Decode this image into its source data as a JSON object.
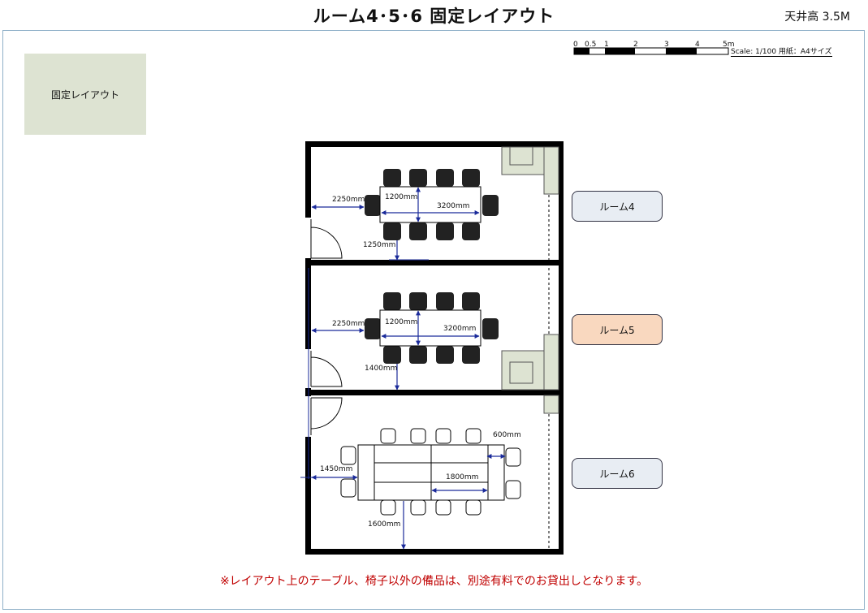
{
  "header": {
    "title": "ルーム4･5･6 固定レイアウト",
    "ceiling": "天井高 3.5M"
  },
  "layout_tag": "固定レイアウト",
  "scale": {
    "ticks": [
      "0",
      "0.5",
      "1",
      "2",
      "3",
      "4",
      "5m"
    ],
    "info": "Scale: 1/100 用紙：A4サイズ"
  },
  "rooms": [
    {
      "label": "ルーム4",
      "color": "#e8edf3"
    },
    {
      "label": "ルーム5",
      "color": "#f9d8bf"
    },
    {
      "label": "ルーム6",
      "color": "#e8edf3"
    }
  ],
  "dimensions": {
    "room4": {
      "wall": "2250mm",
      "table_width": "1200mm",
      "table_length": "3200mm",
      "bottom": "1250mm"
    },
    "room5": {
      "wall": "2250mm",
      "table_width": "1200mm",
      "table_length": "3200mm",
      "bottom": "1400mm"
    },
    "room6": {
      "chair_gap": "600mm",
      "wall": "1450mm",
      "table_length": "1800mm",
      "bottom": "1600mm"
    }
  },
  "footer_note": "※レイアウト上のテーブル、椅子以外の備品は、別途有料でのお貸出しとなります。"
}
